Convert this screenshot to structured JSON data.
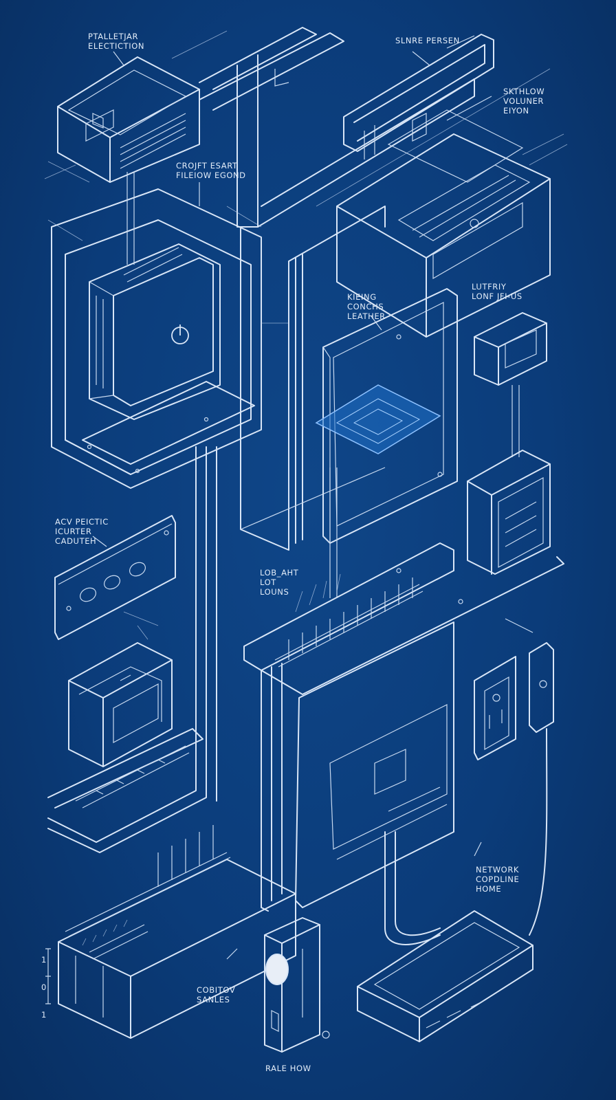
{
  "labels": {
    "top_left": [
      "PTALLETJAR",
      "ELECTICTION"
    ],
    "top_right": [
      "SLNRE PERSEN"
    ],
    "right_upper": [
      "SKTHLOW",
      "VOLUNER",
      "EIYON"
    ],
    "mid_left": [
      "CROJFT ESART",
      "FILEIOW EGOND"
    ],
    "center": [
      "KIEING",
      "CONCHS",
      "LEATHER"
    ],
    "right_mid": [
      "LUTFRIY",
      "LONF JFI-US"
    ],
    "left_mid": [
      "ACV PEICTIC",
      "ICURTER",
      "CADUTEH"
    ],
    "center_lower": [
      "LOB_AHT",
      "LOT",
      "LOUNS"
    ],
    "network": [
      "NETWORK",
      "COPDLINE",
      "HOME"
    ],
    "bottom_center": [
      "COBITOV",
      "SANLES"
    ],
    "bottom": [
      "RALE HOW"
    ],
    "scale_marks": [
      "1",
      "0",
      "1"
    ]
  },
  "colors": {
    "background": "#0b3c7a",
    "line": "#d9e6f7",
    "accent_panel": "#1f6fc7"
  },
  "icons": [
    "power-icon",
    "circuit-chip-icon",
    "camera-lens-icon"
  ]
}
